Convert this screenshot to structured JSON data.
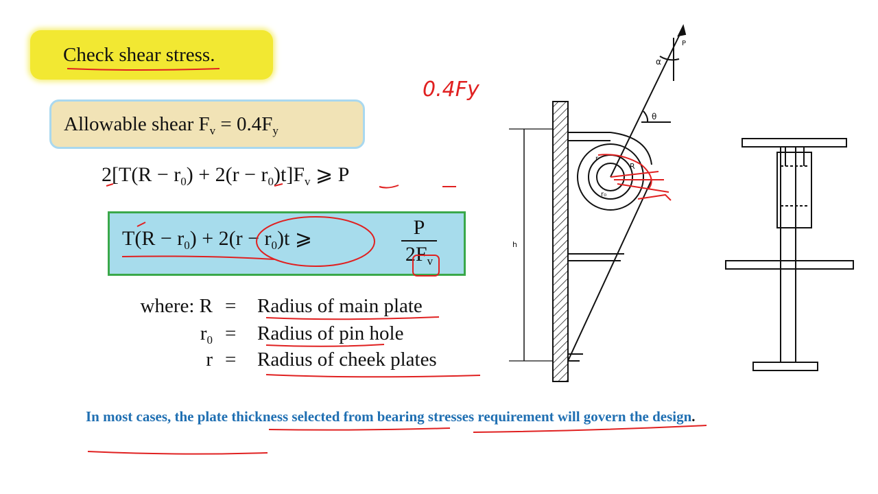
{
  "title": "Check shear stress.",
  "allowable": {
    "label": "Allowable shear F",
    "sub_v": "v",
    "mid": " = 0.4F",
    "sub_y": "y"
  },
  "equation1": {
    "a": "2[T(R − r",
    "sub0a": "0",
    "b": ") + 2(r − r",
    "sub0b": "0",
    "c": ")t]F",
    "subv": "v",
    "d": " ⩾ P"
  },
  "equation2": {
    "a": "T(R − r",
    "sub0a": "0",
    "b": ") + 2(r − r",
    "sub0b": "0",
    "c": ")t ⩾",
    "num": "P",
    "den": "2F",
    "den_sub": "v"
  },
  "definitions": [
    {
      "lhs": "where: R",
      "lhs_sub": "",
      "eq": "=",
      "rhs": "Radius of main plate"
    },
    {
      "lhs": "r",
      "lhs_sub": "0",
      "eq": "=",
      "rhs": "Radius of pin hole"
    },
    {
      "lhs": "r",
      "lhs_sub": "",
      "eq": "=",
      "rhs": "Radius of cheek plates"
    }
  ],
  "handwritten_note": "0.4Fy",
  "diagram_labels": {
    "load": "P",
    "alpha": "α",
    "theta": "θ",
    "height": "h",
    "radius": "R",
    "r_small": "r",
    "r_zero": "r₀"
  },
  "note": {
    "text": "In most cases, the plate thickness selected from bearing stresses requirement will govern the design",
    "period": "."
  },
  "colors": {
    "title_bg": "#f2e832",
    "allowable_bg": "#f1e3b6",
    "equation_bg": "#a7dcec",
    "equation_border": "#3aa84a",
    "note_text": "#1f6fb2",
    "annotation_red": "#e02020"
  }
}
